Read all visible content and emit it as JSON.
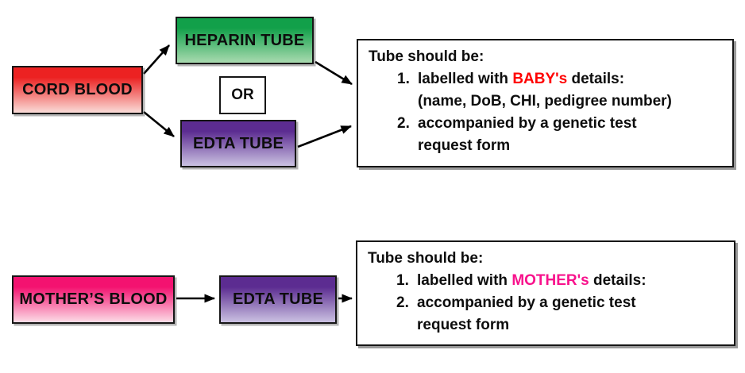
{
  "colors": {
    "baby_highlight": "#ff0000",
    "mother_highlight": "#f8128c",
    "cord_top": "#ec2222",
    "cord_bottom": "#fadcd8",
    "heparin_top": "#12a04a",
    "heparin_bottom": "#a9dab0",
    "edta_top": "#5c2c91",
    "edta_bottom": "#cbc2e2",
    "mother_top": "#f31270",
    "mother_bottom": "#fcdde7"
  },
  "top_flow": {
    "source_label": "CORD BLOOD",
    "option1_label": "HEPARIN TUBE",
    "or_label": "OR",
    "option2_label": "EDTA TUBE",
    "info": {
      "title": "Tube should be:",
      "item1_num": "1.",
      "item1_prefix": "labelled with ",
      "item1_highlight": "BABY's",
      "item1_suffix": " details:",
      "item1_note": "(name, DoB, CHI, pedigree number)",
      "item2_num": "2.",
      "item2_line1": "accompanied by a genetic test",
      "item2_line2": "request form"
    }
  },
  "bottom_flow": {
    "source_label": "MOTHER’S BLOOD",
    "tube_label": "EDTA TUBE",
    "info": {
      "title": "Tube should be:",
      "item1_num": "1.",
      "item1_prefix": "labelled with ",
      "item1_highlight": "MOTHER's",
      "item1_suffix": " details:",
      "item2_num": "2.",
      "item2_line1": "accompanied by a genetic test",
      "item2_line2": "request form"
    }
  }
}
